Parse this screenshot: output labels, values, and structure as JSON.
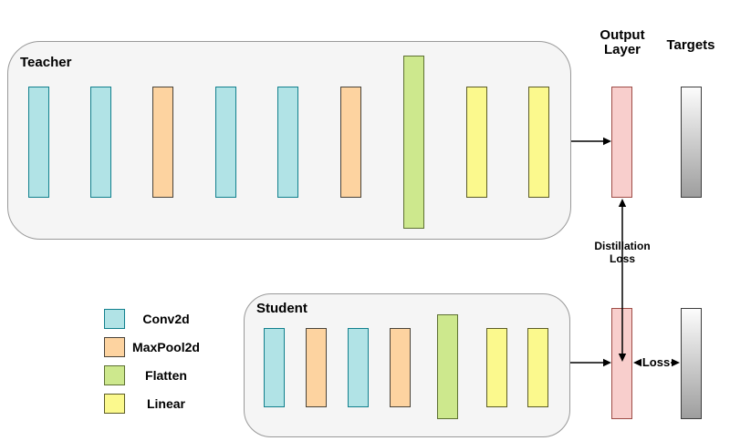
{
  "teacher": {
    "label": "Teacher",
    "layers": [
      "conv2d",
      "conv2d",
      "maxpool2d",
      "conv2d",
      "conv2d",
      "maxpool2d",
      "flatten",
      "linear",
      "linear"
    ]
  },
  "student": {
    "label": "Student",
    "layers": [
      "conv2d",
      "maxpool2d",
      "conv2d",
      "maxpool2d",
      "flatten",
      "linear",
      "linear"
    ]
  },
  "headers": {
    "output_layer": "Output Layer",
    "targets": "Targets"
  },
  "annotations": {
    "distillation_loss": "Distillation Loss",
    "loss": "Loss"
  },
  "legend": {
    "items": [
      {
        "type": "conv2d",
        "label": "Conv2d"
      },
      {
        "type": "maxpool2d",
        "label": "MaxPool2d"
      },
      {
        "type": "flatten",
        "label": "Flatten"
      },
      {
        "type": "linear",
        "label": "Linear"
      }
    ]
  },
  "colors": {
    "conv2d": {
      "fill": "#b1e3e6",
      "stroke": "#11808d"
    },
    "maxpool2d": {
      "fill": "#fdd3a0",
      "stroke": "#4a4339"
    },
    "flatten": {
      "fill": "#cde88d",
      "stroke": "#5d7032"
    },
    "linear": {
      "fill": "#fbf98d",
      "stroke": "#5c5c26"
    },
    "output": {
      "fill": "#f8cecc",
      "stroke": "#9e4c46"
    },
    "target": {
      "fill_top": "#fcfcfc",
      "fill_bottom": "#9e9e9e",
      "stroke": "#3d3d3d"
    },
    "arrow": "#000000",
    "box_fill": "#f5f5f5",
    "box_stroke": "#999999"
  }
}
